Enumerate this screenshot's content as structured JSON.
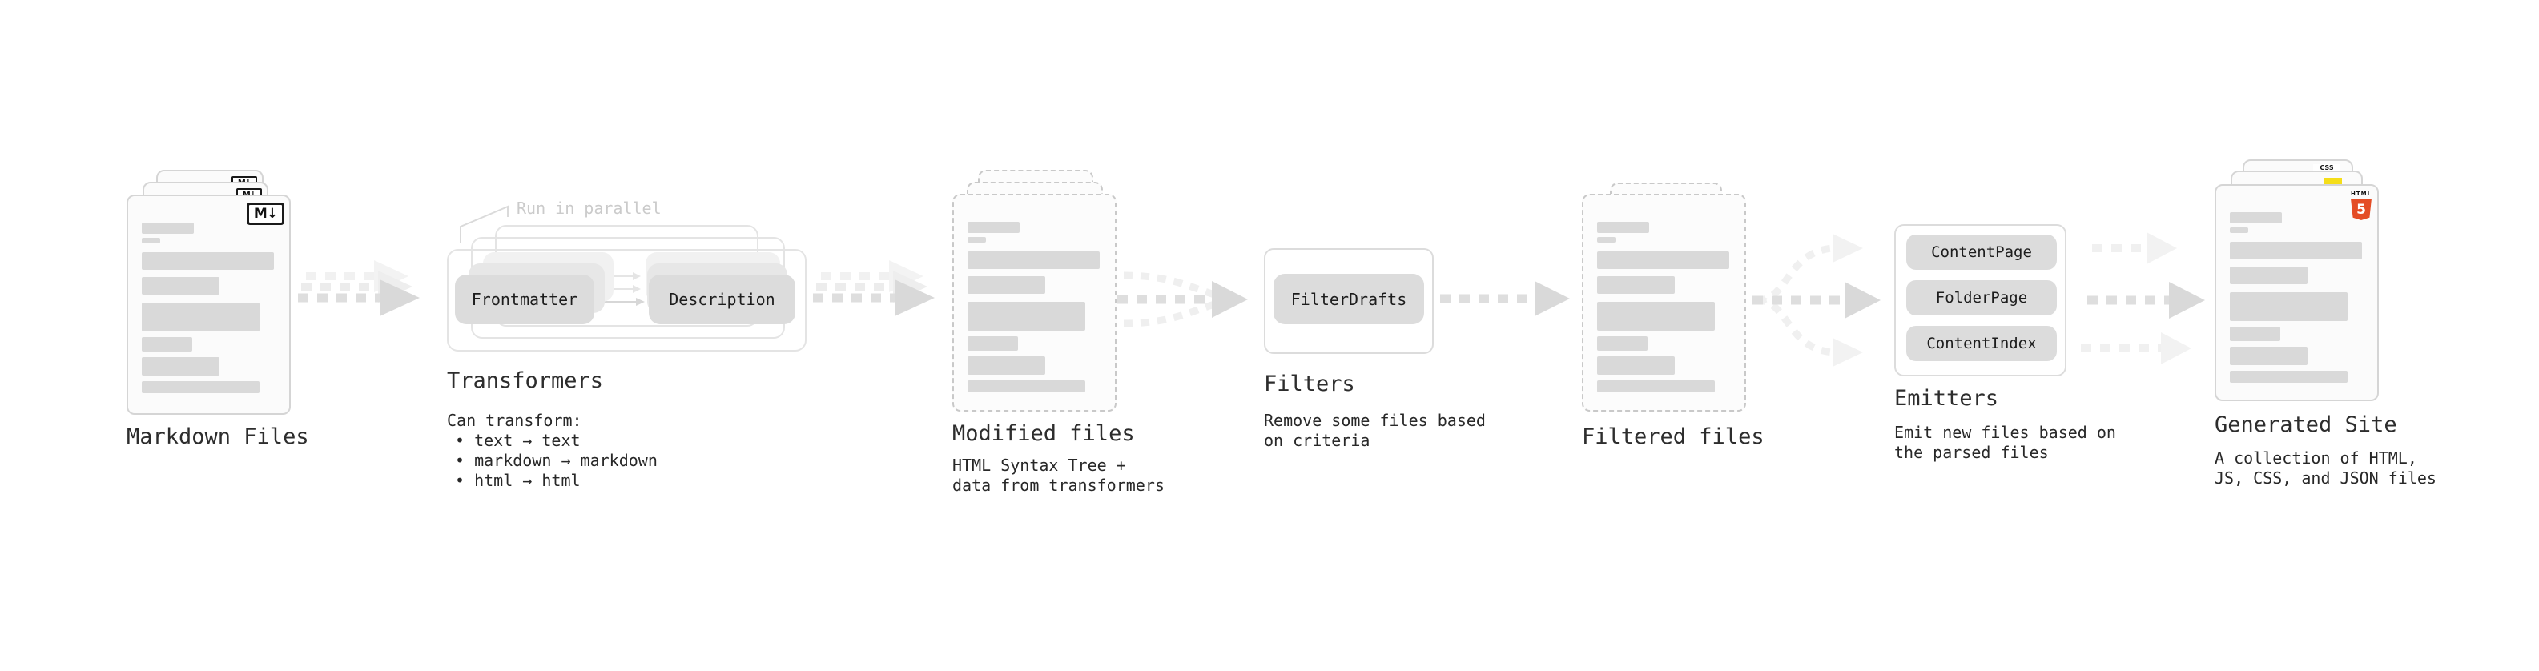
{
  "colors": {
    "background": "#ffffff",
    "card_border": "#d5d5d5",
    "dashed_border": "#c9c9c9",
    "skeleton_bar": "#d9d9d9",
    "pill_bg": "#dcdcdc",
    "arrow_dark": "#d9d9d9",
    "arrow_light": "#f1f1f1",
    "text_dark": "#2d2d2d",
    "text_muted": "#cbcbcb",
    "css_blue": "#2965f1",
    "js_yellow": "#f5de19",
    "html5_orange": "#e44d26"
  },
  "stages": {
    "markdown": {
      "label": "Markdown Files",
      "badge": "M↓"
    },
    "transformers": {
      "title": "Transformers",
      "callout": "Run in parallel",
      "pill_left": "Frontmatter",
      "pill_right": "Description",
      "desc": [
        "Can transform:",
        "• text → text",
        "• markdown → markdown",
        "• html → html"
      ]
    },
    "modified": {
      "label": "Modified files",
      "desc": [
        "HTML Syntax Tree +",
        "data from transformers"
      ]
    },
    "filters": {
      "title": "Filters",
      "pill": "FilterDrafts",
      "desc": [
        "Remove some files based",
        "on criteria"
      ]
    },
    "filtered": {
      "label": "Filtered files"
    },
    "emitters": {
      "title": "Emitters",
      "pills": [
        "ContentPage",
        "FolderPage",
        "ContentIndex"
      ],
      "desc": [
        "Emit new files based on",
        "the parsed files"
      ]
    },
    "generated": {
      "label": "Generated Site",
      "desc": [
        "A collection of HTML,",
        "JS, CSS, and JSON files"
      ],
      "css_badge": "CSS",
      "html_badge_word": "HTML",
      "html_badge_number": "5"
    }
  }
}
